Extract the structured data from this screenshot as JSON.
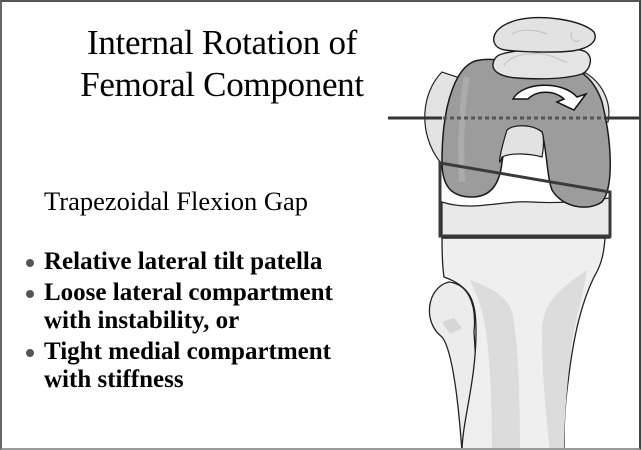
{
  "slide": {
    "title_line1": "Internal Rotation of",
    "title_line2": "Femoral Component",
    "subtitle": "Trapezoidal Flexion Gap",
    "bullets": [
      {
        "text": "Relative lateral tilt patella"
      },
      {
        "text": "Loose lateral compartment with instability, or"
      },
      {
        "text": "Tight medial compartment with stiffness"
      }
    ]
  },
  "figure": {
    "subject": "knee joint illustration (front view)",
    "elements": [
      "patella",
      "femoral-component",
      "rotation-arrow",
      "transepicondylar-axis-line",
      "trapezoidal-flexion-gap-outline",
      "tibia",
      "fibula"
    ],
    "colors": {
      "outline": "#1a1a1a",
      "bone_fill": "#e6e6e6",
      "component_fill": "#9a9a9a",
      "gap_outline": "#3c3c3c",
      "axis_line": "#333333"
    }
  }
}
